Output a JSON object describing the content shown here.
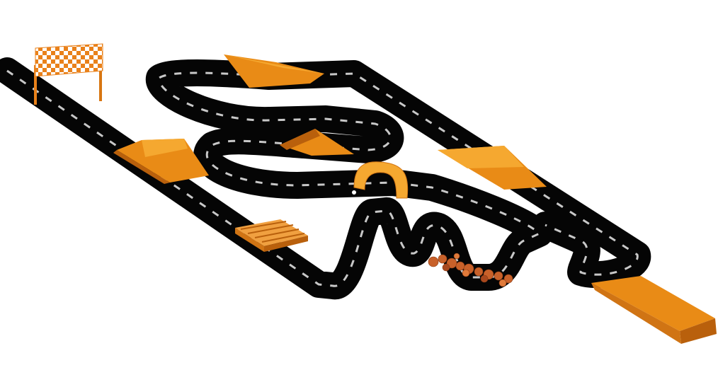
{
  "scene": {
    "background": "#ffffff",
    "road_color": "#050505",
    "lane_marking_color": "#c8c8c8",
    "obstacle_orange": "#e98b16",
    "obstacle_orange_light": "#f5a830",
    "obstacle_orange_dark": "#b9600c",
    "rock_color": "#c8612a",
    "flag_color_a": "#e9811a",
    "flag_color_b": "#ffffff",
    "elements": [
      {
        "name": "finish-flag",
        "icon": "checkered-flag-icon"
      },
      {
        "name": "ramp-left",
        "icon": "ramp-icon"
      },
      {
        "name": "ramp-top",
        "icon": "ramp-icon"
      },
      {
        "name": "ramp-middle",
        "icon": "ramp-icon"
      },
      {
        "name": "ramp-right",
        "icon": "ramp-icon"
      },
      {
        "name": "ramp-end",
        "icon": "ramp-icon"
      },
      {
        "name": "loop-arch",
        "icon": "loop-icon"
      },
      {
        "name": "wooden-pallet",
        "icon": "pallet-icon"
      },
      {
        "name": "rock-pile",
        "icon": "rocks-icon"
      }
    ]
  }
}
